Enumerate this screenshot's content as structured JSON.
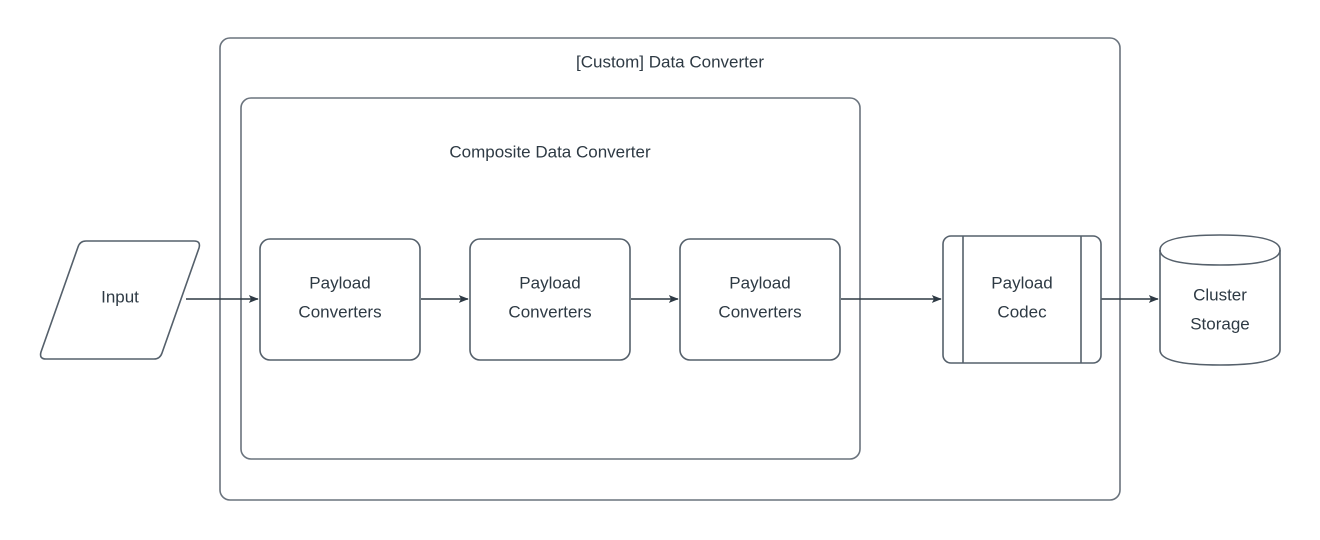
{
  "diagram": {
    "title": "[Custom] Data Converter",
    "type": "flowchart",
    "background_color": "#ffffff",
    "stroke_color": "#55606B",
    "text_color": "#2E3A44",
    "containers": [
      {
        "id": "custom-data-converter",
        "label": "[Custom] Data Converter",
        "shape": "rounded-rectangle"
      },
      {
        "id": "composite-data-converter",
        "label": "Composite Data Converter",
        "shape": "rounded-rectangle"
      }
    ],
    "nodes": [
      {
        "id": "input",
        "label": "Input",
        "shape": "parallelogram"
      },
      {
        "id": "payload-converters-1",
        "label_line_1": "Payload",
        "label_line_2": "Converters",
        "shape": "rounded-rectangle"
      },
      {
        "id": "payload-converters-2",
        "label_line_1": "Payload",
        "label_line_2": "Converters",
        "shape": "rounded-rectangle"
      },
      {
        "id": "payload-converters-3",
        "label_line_1": "Payload",
        "label_line_2": "Converters",
        "shape": "rounded-rectangle"
      },
      {
        "id": "payload-codec",
        "label_line_1": "Payload",
        "label_line_2": "Codec",
        "shape": "predefined-process"
      },
      {
        "id": "cluster-storage",
        "label_line_1": "Cluster",
        "label_line_2": "Storage",
        "shape": "cylinder"
      }
    ],
    "edges": [
      {
        "id": "edge-input-to-pc1",
        "from": "input",
        "to": "payload-converters-1",
        "arrow": "single"
      },
      {
        "id": "edge-pc1-to-pc2",
        "from": "payload-converters-1",
        "to": "payload-converters-2",
        "arrow": "single"
      },
      {
        "id": "edge-pc2-to-pc3",
        "from": "payload-converters-2",
        "to": "payload-converters-3",
        "arrow": "single"
      },
      {
        "id": "edge-pc3-to-codec",
        "from": "payload-converters-3",
        "to": "payload-codec",
        "arrow": "single"
      },
      {
        "id": "edge-codec-to-storage",
        "from": "payload-codec",
        "to": "cluster-storage",
        "arrow": "single"
      }
    ]
  }
}
